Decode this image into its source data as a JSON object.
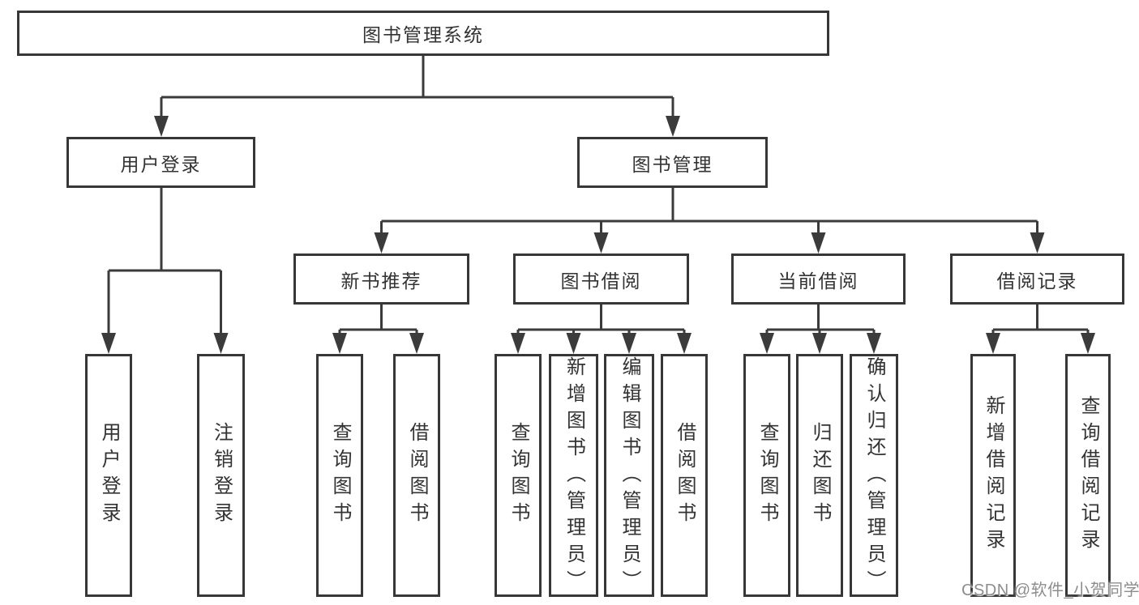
{
  "diagram": {
    "root": {
      "label": "图书管理系统"
    },
    "level2": [
      {
        "label": "用户登录"
      },
      {
        "label": "图书管理"
      }
    ],
    "level3": [
      {
        "label": "新书推荐"
      },
      {
        "label": "图书借阅"
      },
      {
        "label": "当前借阅"
      },
      {
        "label": "借阅记录"
      }
    ],
    "leaves": {
      "user_login": [
        {
          "label": "用户登录"
        },
        {
          "label": "注销登录"
        }
      ],
      "new_book": [
        {
          "label": "查询图书"
        },
        {
          "label": "借阅图书"
        }
      ],
      "book_borrow": [
        {
          "label": "查询图书"
        },
        {
          "label": "新增图书（管理员）"
        },
        {
          "label": "编辑图书（管理员）"
        },
        {
          "label": "借阅图书"
        }
      ],
      "current_borrow": [
        {
          "label": "查询图书"
        },
        {
          "label": "归还图书"
        },
        {
          "label": "确认归还（管理员）"
        }
      ],
      "borrow_records": [
        {
          "label": "新增借阅记录"
        },
        {
          "label": "查询借阅记录"
        }
      ]
    }
  },
  "watermark": {
    "text": "CSDN @软件_小贺同学"
  },
  "colors": {
    "line": "#3b3b3b",
    "text": "#333333",
    "box_background": "#ffffff",
    "watermark": "#8d8d8d"
  }
}
